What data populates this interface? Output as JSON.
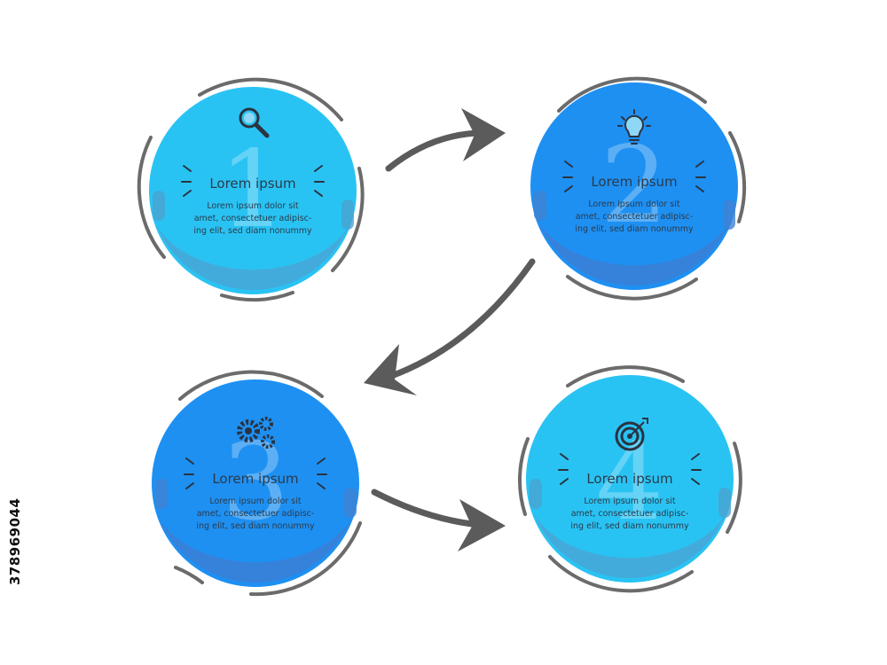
{
  "steps": [
    {
      "number": "1",
      "title": "Lorem ipsum",
      "body": [
        "Lorem ipsum dolor sit",
        "amet, consectetuer adipisc-",
        "ing elit, sed diam nonummy"
      ],
      "icon": "magnifier-icon",
      "fill": "#29c3f3",
      "shade": "#48a7d6"
    },
    {
      "number": "2",
      "title": "Lorem ipsum",
      "body": [
        "Lorem ipsum dolor sit",
        "amet, consectetuer adipisc-",
        "ing elit, sed diam nonummy"
      ],
      "icon": "lightbulb-icon",
      "fill": "#1e90f2",
      "shade": "#3b7fd6"
    },
    {
      "number": "3",
      "title": "Lorem ipsum",
      "body": [
        "Lorem ipsum dolor sit",
        "amet, consectetuer adipisc-",
        "ing elit, sed diam nonummy"
      ],
      "icon": "gears-icon",
      "fill": "#1e90f2",
      "shade": "#3b7fd6"
    },
    {
      "number": "4",
      "title": "Lorem ipsum",
      "body": [
        "Lorem ipsum dolor sit",
        "amet, consectetuer adipisc-",
        "ing elit, sed diam nonummy"
      ],
      "icon": "target-icon",
      "fill": "#29c3f3",
      "shade": "#48a7d6"
    }
  ],
  "arrow_color": "#5b5b5b",
  "ring_color": "#6b6b6b",
  "stock_id": "378969044"
}
